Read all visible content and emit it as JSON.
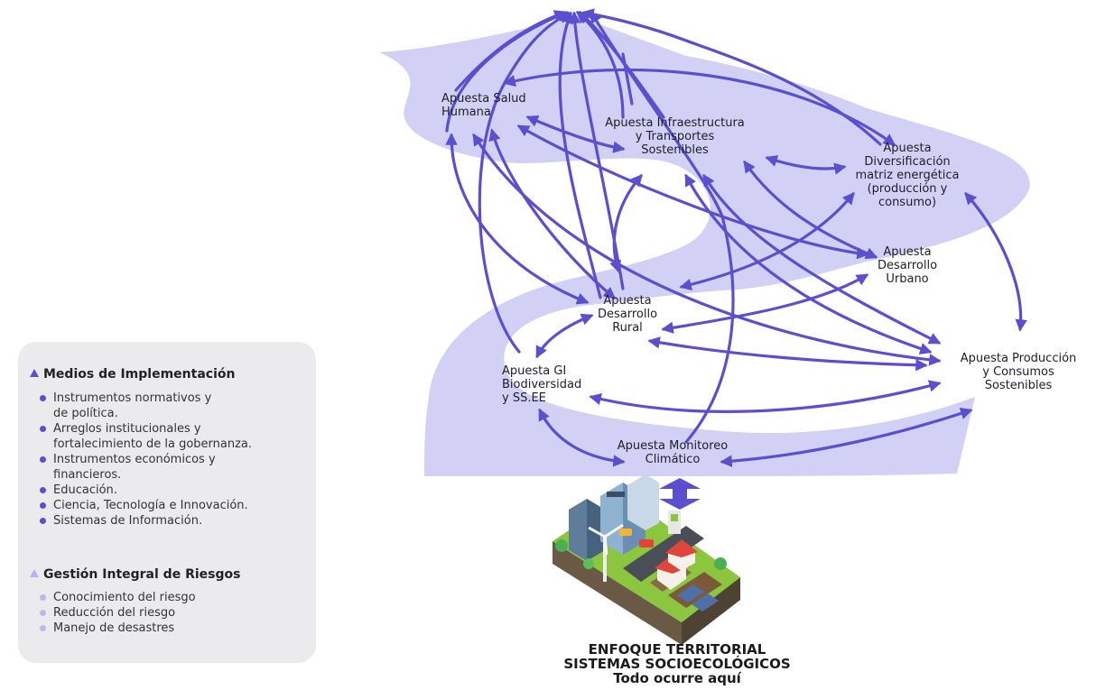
{
  "nodes": {
    "salud": "Apuesta Salud\nHumana",
    "infra": "Apuesta Infraestructura\ny Transportes\nSostenibles",
    "energia": "Apuesta\nDiversificación\nmatriz energética\n(producción y\nconsumo)",
    "urbano": "Apuesta\nDesarrollo\nUrbano",
    "rural": "Apuesta\nDesarrollo\nRural",
    "biodiversidad": "Apuesta GI\nBiodiversidad\ny SS.EE",
    "produccion": "Apuesta Producción\ny Consumos\nSostenibles",
    "monitoreo": "Apuesta Monitoreo\nClimático"
  },
  "legend": {
    "section1_title": "Medios de Implementación",
    "section1_items": [
      "Instrumentos normativos y\nde política.",
      "Arreglos institucionales y\nfortalecimiento de la gobernanza.",
      "Instrumentos económicos y\nfinancieros.",
      "Educación.",
      "Ciencia, Tecnología e Innovación.",
      "Sistemas de Información."
    ],
    "section2_title": "Gestión Integral de Riesgos",
    "section2_items": [
      "Conocimiento del riesgo",
      "Reducción del riesgo",
      "Manejo de desastres"
    ]
  },
  "footer": {
    "line1": "ENFOQUE TERRITORIAL",
    "line2": "SISTEMAS SOCIOECOLÓGICOS",
    "line3": "Todo ocurre aquí"
  },
  "colors": {
    "arrow": "#5a4fcf",
    "band": "#d2d0f5",
    "legend_bg": "#ebebed",
    "legend_bullet_light": "#bcb8ee"
  }
}
